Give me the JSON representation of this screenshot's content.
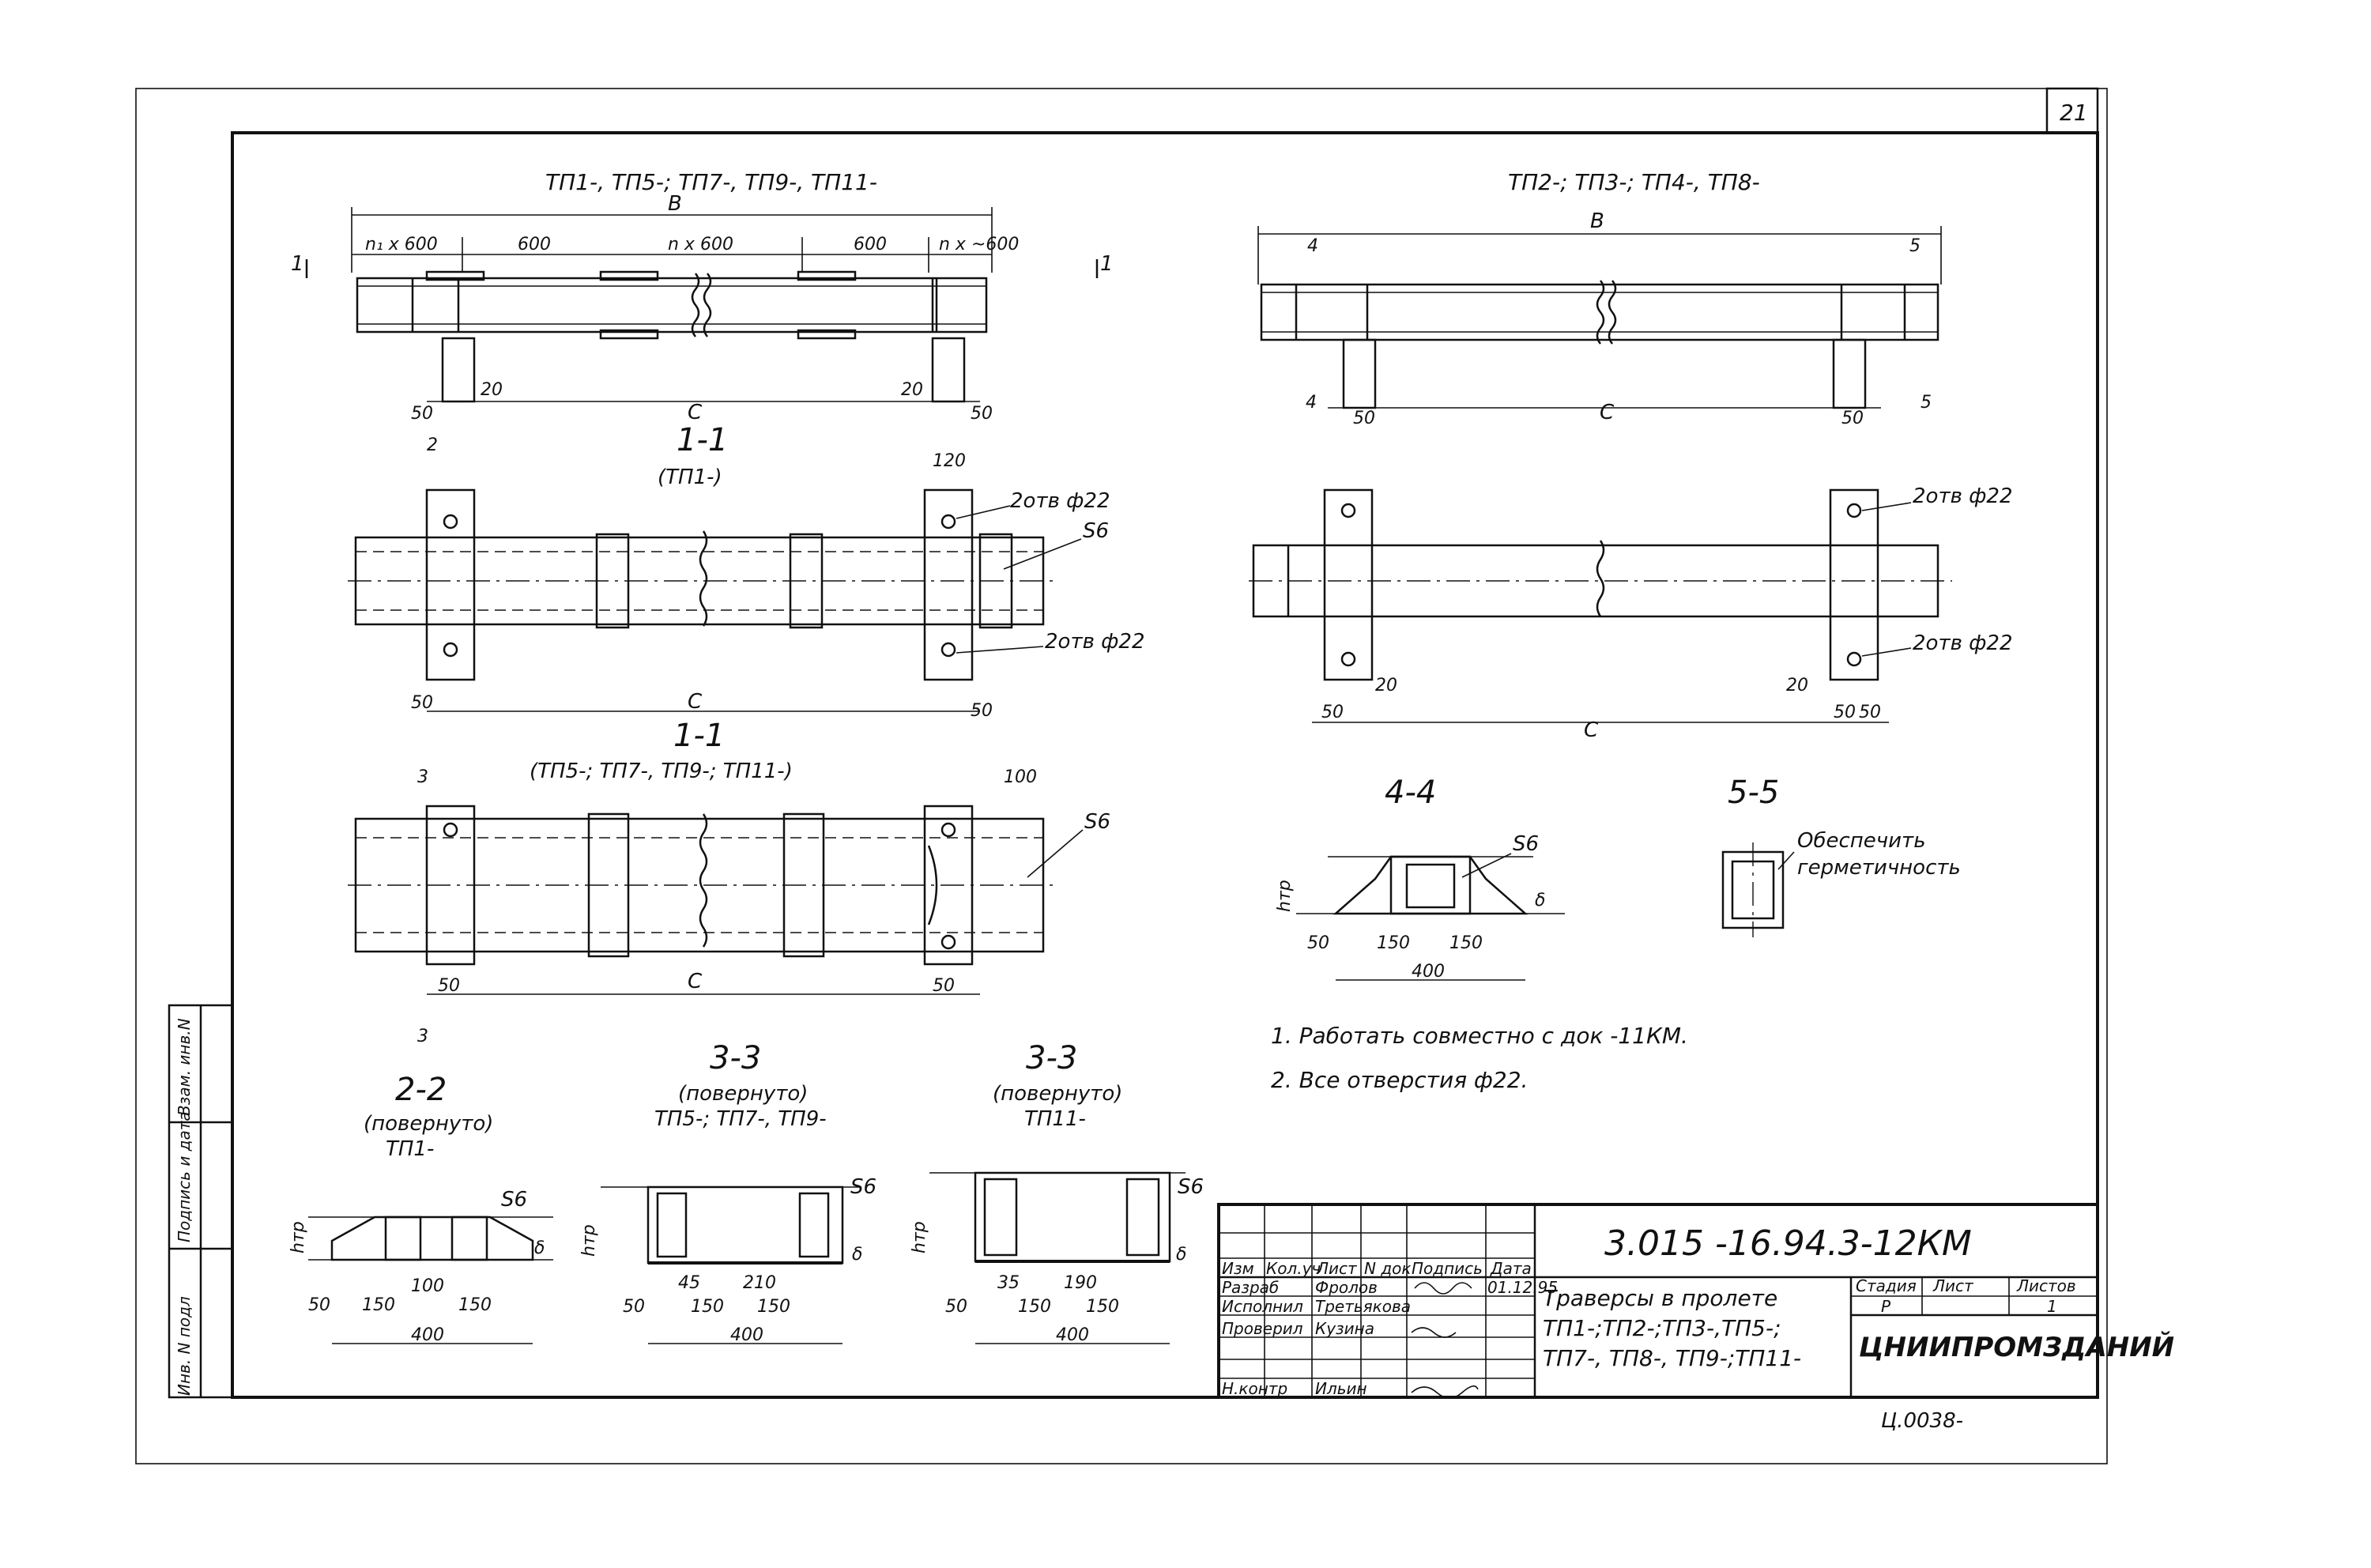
{
  "sheet": {
    "number": "21",
    "code": "3.015 -16.94.3-12КМ",
    "organization": "ЦНИИПРОМЗДАНИЙ",
    "copy_stamp": "Ц.0038-"
  },
  "title_block": {
    "heading_labels": [
      "Изм",
      "Кол.уч",
      "Лист",
      "N док",
      "Подпись",
      "Дата"
    ],
    "rows": [
      {
        "role": "Разраб",
        "name": "Фролов",
        "date": "01.12.95"
      },
      {
        "role": "Исполнил",
        "name": "Третьякова",
        "date": ""
      },
      {
        "role": "Проверил",
        "name": "Кузина",
        "date": ""
      },
      {
        "role": "Н.контр",
        "name": "Ильин",
        "date": ""
      }
    ],
    "title_lines": [
      "Траверсы в пролете",
      "ТП1-;ТП2-;ТП3-,ТП5-;",
      "ТП7-, ТП8-, ТП9-;ТП11-"
    ],
    "stage_label": "Стадия",
    "stage_value": "Р",
    "sheet_label": "Лист",
    "sheets_label": "Листов",
    "sheets_value": "1"
  },
  "side_stamp": {
    "labels": [
      "Инв. N подл",
      "Подпись и дата",
      "Взам. инв.N"
    ]
  },
  "views": {
    "top_left_title": "ТП1-, ТП5-; ТП7-, ТП9-, ТП11-",
    "top_right_title": "ТП2-; ТП3-; ТП4-, ТП8-",
    "sec11a_title": "1-1",
    "sec11a_sub": "(ТП1-)",
    "sec11b_title": "1-1",
    "sec11b_sub": "(ТП5-; ТП7-, ТП9-; ТП11-)",
    "sec22_title": "2-2",
    "sec22_sub1": "(повернуто)",
    "sec22_sub2": "ТП1-",
    "sec33a_title": "3-3",
    "sec33a_sub1": "(повернуто)",
    "sec33a_sub2": "ТП5-; ТП7-, ТП9-",
    "sec33b_title": "3-3",
    "sec33b_sub1": "(повернуто)",
    "sec33b_sub2": "ТП11-",
    "sec44_title": "4-4",
    "sec55_title": "5-5"
  },
  "dims": {
    "B": "В",
    "C": "С",
    "d600": "600",
    "n600_left": "n₁ x 600",
    "n600_mid": "n x 600",
    "n600_right": "n x ~600",
    "d50": "50",
    "d20": "20",
    "d120": "120",
    "d100": "100",
    "d150": "150",
    "d400": "400",
    "d210": "210",
    "d190": "190",
    "d45": "45",
    "d35": "35",
    "htr": "hтр",
    "delta": "δ",
    "s6": "S6",
    "holes": "2отв ф22",
    "cut1": "1",
    "cut2": "2",
    "cut3": "3",
    "cut4": "4",
    "cut5": "5"
  },
  "callouts": {
    "seal_line1": "Обеспечить",
    "seal_line2": "герметичность"
  },
  "notes": [
    "1. Работать совместно с док -11КМ.",
    "2. Все отверстия ф22."
  ]
}
